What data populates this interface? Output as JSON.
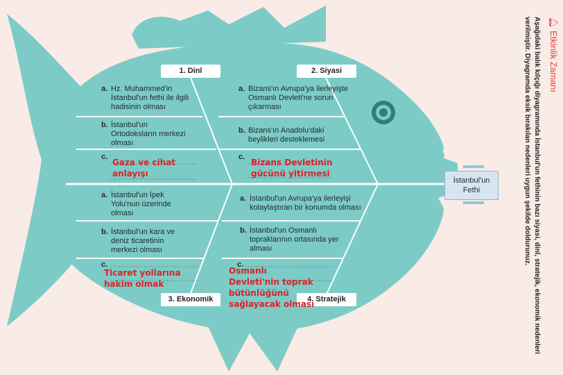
{
  "activity": {
    "title": "Etkinlik Zamanı",
    "instructions": "Aşağıdaki balık kılçığı diyagramında İstanbul'un fethinin bazı siyasi, dinî, stratejik, ekonomik nedenleri verilmiştir. Diyagramda eksik bırakılan nedenleri uygun şekilde doldurunuz."
  },
  "head": {
    "label_line1": "İstanbul'un",
    "label_line2": "Fethi"
  },
  "categories": {
    "dini": "1. Dinî",
    "siyasi": "2. Siyasi",
    "ekonomik": "3. Ekonomik",
    "stratejik": "4. Stratejik"
  },
  "dini_items": {
    "a_letter": "a.",
    "a_text": "Hz. Muhammed'in İstanbul'un fethi ile ilgili hadisinin olması",
    "b_letter": "b.",
    "b_text": "İstanbul'un Ortodoksların merkezi olması",
    "c_letter": "c.",
    "c_answer": "Gaza ve cihat anlayışı"
  },
  "siyasi_items": {
    "a_letter": "a.",
    "a_text": "Bizans'ın Avrupa'ya ilerleyişte Osmanlı Devleti'ne sorun çıkarması",
    "b_letter": "b.",
    "b_text": "Bizans'ın Anadolu'daki beylikleri desteklemesi",
    "c_letter": "c.",
    "c_answer": "Bizans Devletinin gücünü yitirmesi"
  },
  "ekonomik_items": {
    "a_letter": "a.",
    "a_text": "İstanbul'un İpek Yolu'nun üzerinde olması",
    "b_letter": "b.",
    "b_text": "İstanbul'un kara ve deniz ticaretinin merkezi olması",
    "c_letter": "c.",
    "c_answer": "Ticaret yollarına hakim olmak"
  },
  "stratejik_items": {
    "a_letter": "a.",
    "a_text": "İstanbul'un Avrupa'ya ilerleyişi kolaylaştıran bir konumda olması",
    "b_letter": "b.",
    "b_text": "İstanbul'un Osmanlı topraklarının ortasında yer alması",
    "c_letter": "c.",
    "c_answer": "Osmanlı Devleti'nin toprak bütünlüğünü sağlayacak olması"
  },
  "colors": {
    "fish": "#7ccbc6",
    "background": "#f9ebe6",
    "answer": "#d9232a",
    "eye": "#2e7f7a"
  }
}
